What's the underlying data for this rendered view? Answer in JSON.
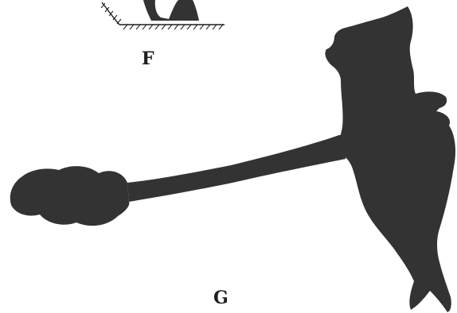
{
  "figures": [
    {
      "id": "F",
      "label": "F"
    },
    {
      "id": "G",
      "label": "G"
    }
  ],
  "colors": {
    "silhouette": "#333333",
    "ink": "#1e1e1e",
    "background": "#ffffff"
  }
}
